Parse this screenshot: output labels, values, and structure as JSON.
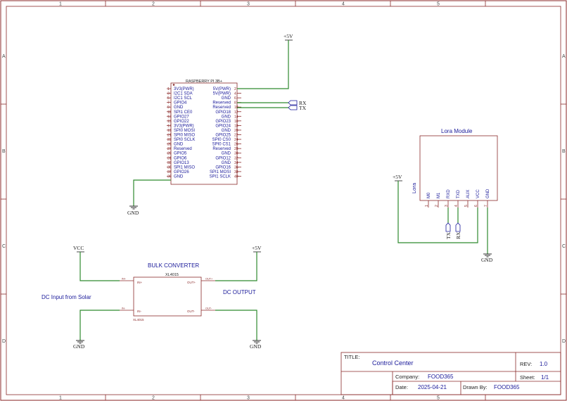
{
  "sheet": {
    "col_labels": [
      "1",
      "2",
      "3",
      "4",
      "5"
    ],
    "row_labels": [
      "A",
      "B",
      "C",
      "D"
    ]
  },
  "rpi": {
    "name": "RASPBERRY PI 3B+",
    "left_pins": [
      "3V3(PWR)",
      "I2C1 SDA",
      "I2C1 SCL",
      "GPIO4",
      "GND",
      "SPI1 CE0",
      "GPIO27",
      "GPIO22",
      "3V3(PWR)",
      "SPI0 MOSI",
      "SPI0 MISO",
      "SPI0 SCLK",
      "GND",
      "Reserved",
      "GPIO5",
      "GPIO6",
      "GPIO13",
      "SPI1 MISO",
      "GPIO26",
      "GND"
    ],
    "right_pins": [
      "5V(PWR)",
      "5V(PWR)",
      "GND",
      "Reserved",
      "Reserved",
      "GPIO18",
      "GND",
      "GPIO23",
      "GPIO24",
      "GND",
      "GPIO25",
      "SPI0 CS0",
      "SPI0 CS1",
      "Reserved",
      "GND",
      "GPIO12",
      "GND",
      "GPIO16",
      "SPI1 MOSI",
      "SPI1 SCLK"
    ],
    "left_nums": [
      "1",
      "3",
      "5",
      "7",
      "9",
      "11",
      "13",
      "15",
      "17",
      "19",
      "21",
      "23",
      "25",
      "27",
      "29",
      "31",
      "33",
      "35",
      "37",
      "39"
    ],
    "right_nums": [
      "2",
      "4",
      "6",
      "8",
      "10",
      "12",
      "14",
      "16",
      "18",
      "20",
      "22",
      "24",
      "26",
      "28",
      "30",
      "32",
      "34",
      "36",
      "38",
      "40"
    ]
  },
  "ports": {
    "rx": "RX",
    "tx": "TX",
    "lora_tx": "TX",
    "lora_rx": "RX"
  },
  "power": {
    "p5v_top": "+5V",
    "p5v_lora": "+5V",
    "p5v_dc": "+5V",
    "vcc": "VCC",
    "gnd_rpi": "GND",
    "gnd_lora": "GND",
    "gnd_solar": "GND",
    "gnd_dc": "GND"
  },
  "lora": {
    "title": "Lora Module",
    "label": "Lora",
    "pins": [
      "M0",
      "M1",
      "RXD",
      "TXD",
      "AUX",
      "VCC",
      "GND"
    ],
    "pin_nums": [
      "1",
      "2",
      "3",
      "4",
      "5",
      "6",
      "7"
    ]
  },
  "converter": {
    "title": "BULK CONVERTER",
    "part": "XL4015",
    "part_bottom": "XL4015",
    "in_plus": "IN+",
    "in_minus": "IN-",
    "out_plus": "OUT+",
    "out_minus": "OUT-",
    "pin_in_plus": "IN+",
    "pin_in_minus": "IN-",
    "pin_out_plus": "OUT+",
    "pin_out_minus": "OUT-"
  },
  "notes": {
    "dc_input": "DC Input from Solar",
    "dc_output": "DC OUTPUT"
  },
  "title_block": {
    "title_label": "TITLE:",
    "title": "Control Center",
    "rev_label": "REV:",
    "rev": "1.0",
    "company_label": "Company:",
    "company": "FOOD365",
    "sheet_label": "Sheet:",
    "sheet": "1/1",
    "date_label": "Date:",
    "date": "2025-04-21",
    "drawn_label": "Drawn By:",
    "drawn_by": "FOOD365"
  }
}
